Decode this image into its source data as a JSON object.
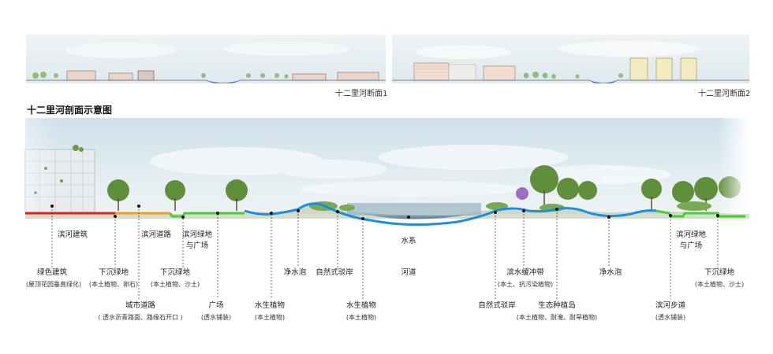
{
  "sections": [
    {
      "caption": "十二里河断面1"
    },
    {
      "caption": "十二里河断面2"
    }
  ],
  "title": "十二里河剖面示意图",
  "labels": {
    "binhe_building": "滨河建筑",
    "binhe_road": "滨河道路",
    "binhe_green": "滨河绿地",
    "and_plaza": "与广场",
    "water_system": "水系",
    "green_building": "绿色建筑",
    "green_building_sub": "(屋顶花园垂直绿化)",
    "sunken_green_1": "下沉绿地",
    "sunken_green_1_sub": "(本土植物、卵石)",
    "sunken_green_2": "下沉绿地",
    "sunken_green_2_sub": "(本土植物、沙土)",
    "clean_pool_1": "净水泡",
    "natural_bank_1": "自然式驳岸",
    "river_channel": "河道",
    "buffer_belt": "滨水缓冲带",
    "buffer_belt_sub": "(本土、抗污染植物)",
    "clean_pool_2": "净水泡",
    "right_green": "滨河绿地",
    "right_and_plaza": "与广场",
    "right_sunken": "下沉绿地",
    "right_sunken_sub": "(本土植物、沙土)",
    "city_road": "城市道路",
    "city_road_sub": "( 透水沥青路面、路缘石开口 )",
    "plaza": "广场",
    "plaza_sub": "(透水铺装)",
    "aquatic_1": "水生植物",
    "aquatic_1_sub": "(本土植物)",
    "aquatic_2": "水生植物",
    "aquatic_2_sub": "(本土植物)",
    "natural_bank_2": "自然式驳岸",
    "eco_island": "生态种植岛",
    "eco_island_sub": "(本土植物、耐淹、耐旱植物)",
    "riverside_walk": "滨河步道",
    "riverside_walk_sub": "(透水铺装)"
  },
  "colors": {
    "building_line": "#e02020",
    "road_line": "#f0a020",
    "green_line": "#48d030",
    "water_line": "#1a8fe0",
    "sky": "#dbe8ee"
  }
}
